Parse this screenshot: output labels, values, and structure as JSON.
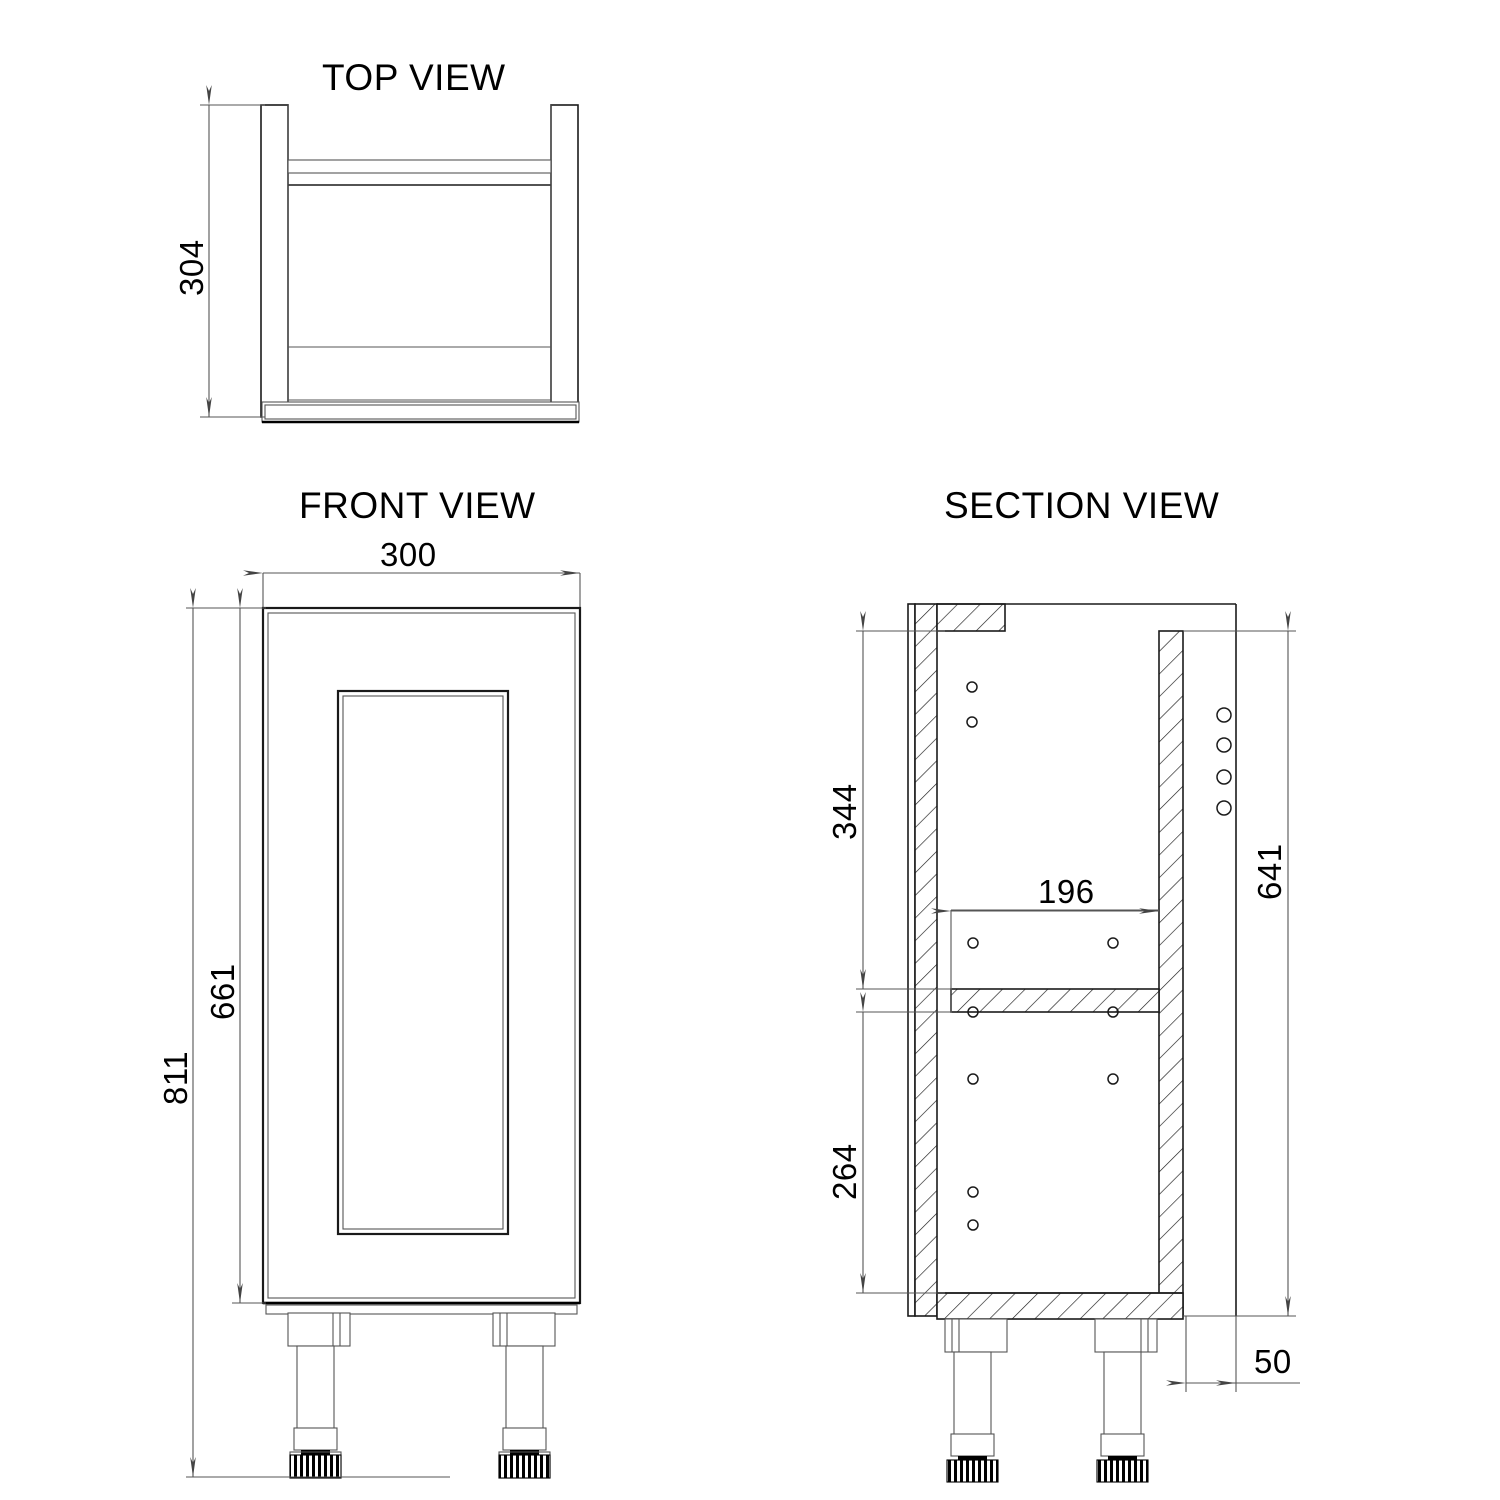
{
  "drawing": {
    "title_top": "TOP VIEW",
    "title_front": "FRONT VIEW",
    "title_section": "SECTION VIEW",
    "units": "mm",
    "line_color": "#1a1a1a",
    "dim_color": "#555555",
    "background": "#ffffff"
  },
  "dimensions": {
    "top_depth": "304",
    "front_width": "300",
    "front_total_height": "811",
    "front_body_height": "661",
    "section_upper_height": "344",
    "section_lower_height": "264",
    "section_total_height": "641",
    "section_shelf_width": "196",
    "section_plinth_setback": "50"
  },
  "views": {
    "top": {
      "name": "TOP VIEW",
      "depth_label": "304"
    },
    "front": {
      "name": "FRONT VIEW",
      "width_label": "300",
      "height_label": "811",
      "body_label": "661",
      "legs": 2
    },
    "section": {
      "name": "SECTION VIEW",
      "upper_label": "344",
      "lower_label": "264",
      "right_label": "641",
      "shelf_label": "196",
      "plinth_label": "50",
      "legs": 2,
      "right_panel_holes": 4,
      "left_panel_holes": 2,
      "shelf_holes": 2,
      "lower_holes": 4
    }
  }
}
